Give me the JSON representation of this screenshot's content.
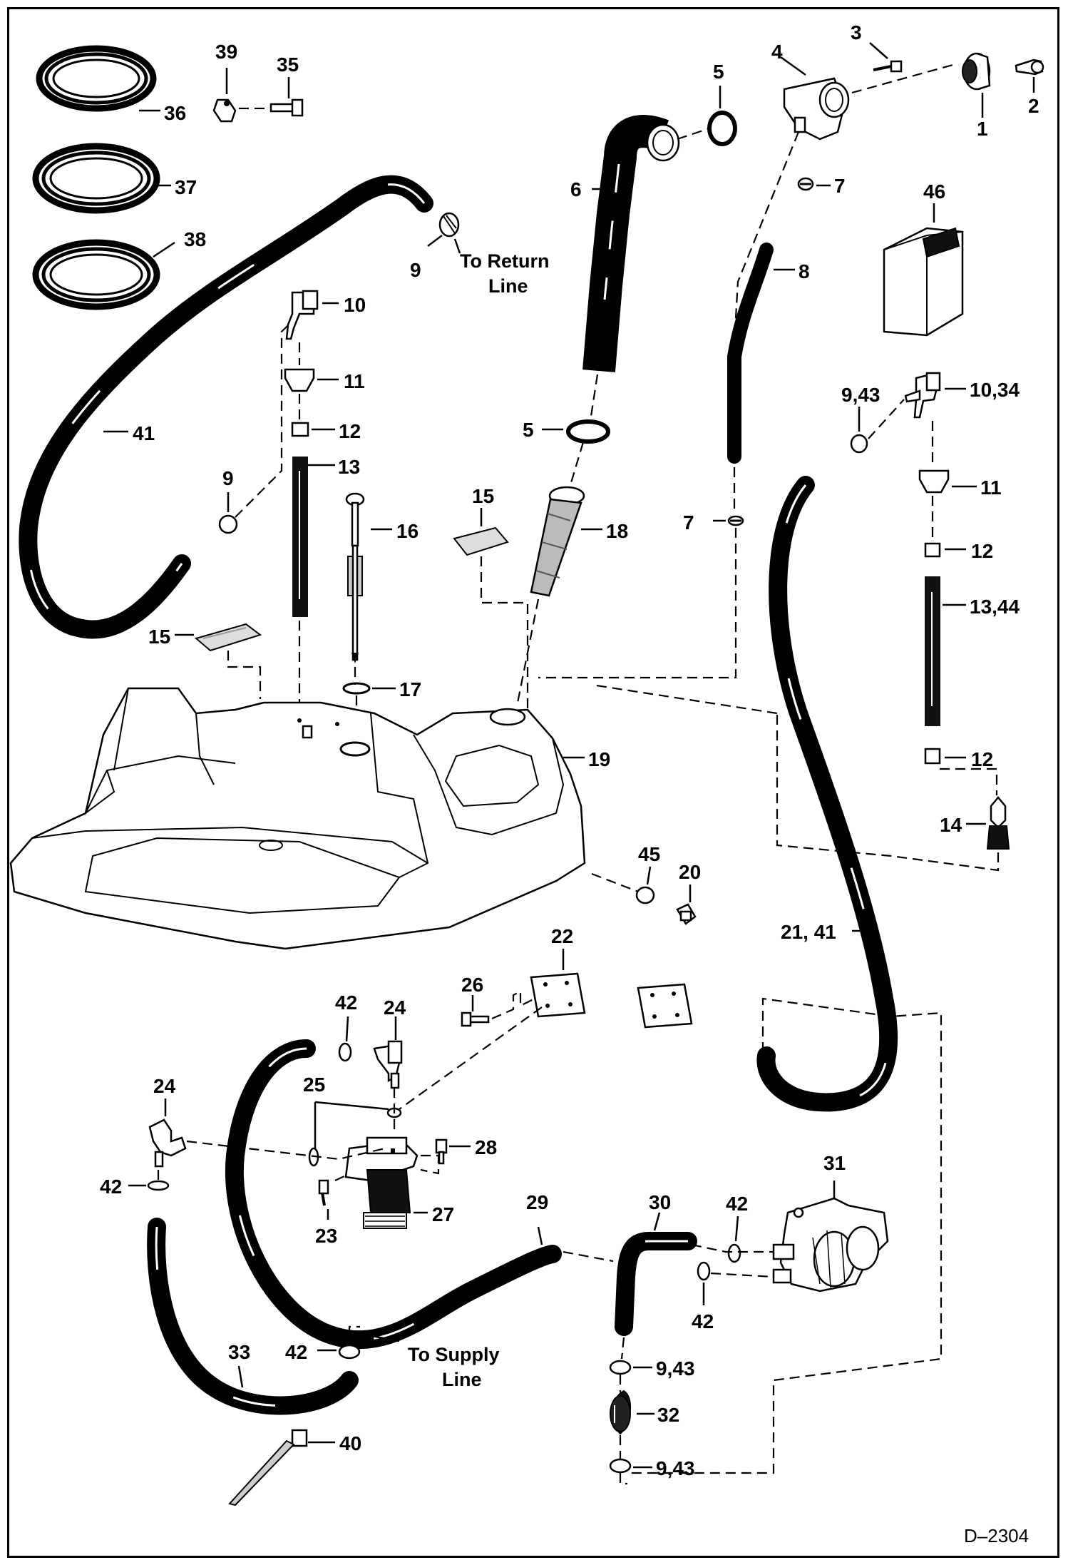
{
  "diagram_id": "D–2304",
  "notes": {
    "return_line": [
      "To Return",
      "Line"
    ],
    "supply_line": [
      "To Supply",
      "Line"
    ]
  },
  "callouts": {
    "c1": "1",
    "c2": "2",
    "c3": "3",
    "c4": "4",
    "c5a": "5",
    "c5b": "5",
    "c6": "6",
    "c7a": "7",
    "c7b": "7",
    "c8": "8",
    "c9a": "9",
    "c9b": "9",
    "c9_43a": "9,43",
    "c9_43b": "9,43",
    "c9_43c": "9,43",
    "c10": "10",
    "c10_34": "10,34",
    "c11a": "11",
    "c11b": "11",
    "c12a": "12",
    "c12b": "12",
    "c12c": "12",
    "c13": "13",
    "c13_44": "13,44",
    "c14": "14",
    "c15a": "15",
    "c15b": "15",
    "c16": "16",
    "c17": "17",
    "c18": "18",
    "c19": "19",
    "c20": "20",
    "c21_41": "21, 41",
    "c22": "22",
    "c23": "23",
    "c24a": "24",
    "c24b": "24",
    "c25": "25",
    "c26": "26",
    "c27": "27",
    "c28": "28",
    "c29": "29",
    "c30": "30",
    "c31": "31",
    "c32": "32",
    "c33": "33",
    "c35": "35",
    "c36": "36",
    "c37": "37",
    "c38": "38",
    "c39": "39",
    "c40": "40",
    "c41": "41",
    "c42a": "42",
    "c42b": "42",
    "c42c": "42",
    "c42d": "42",
    "c42e": "42",
    "c45": "45",
    "c46": "46"
  }
}
